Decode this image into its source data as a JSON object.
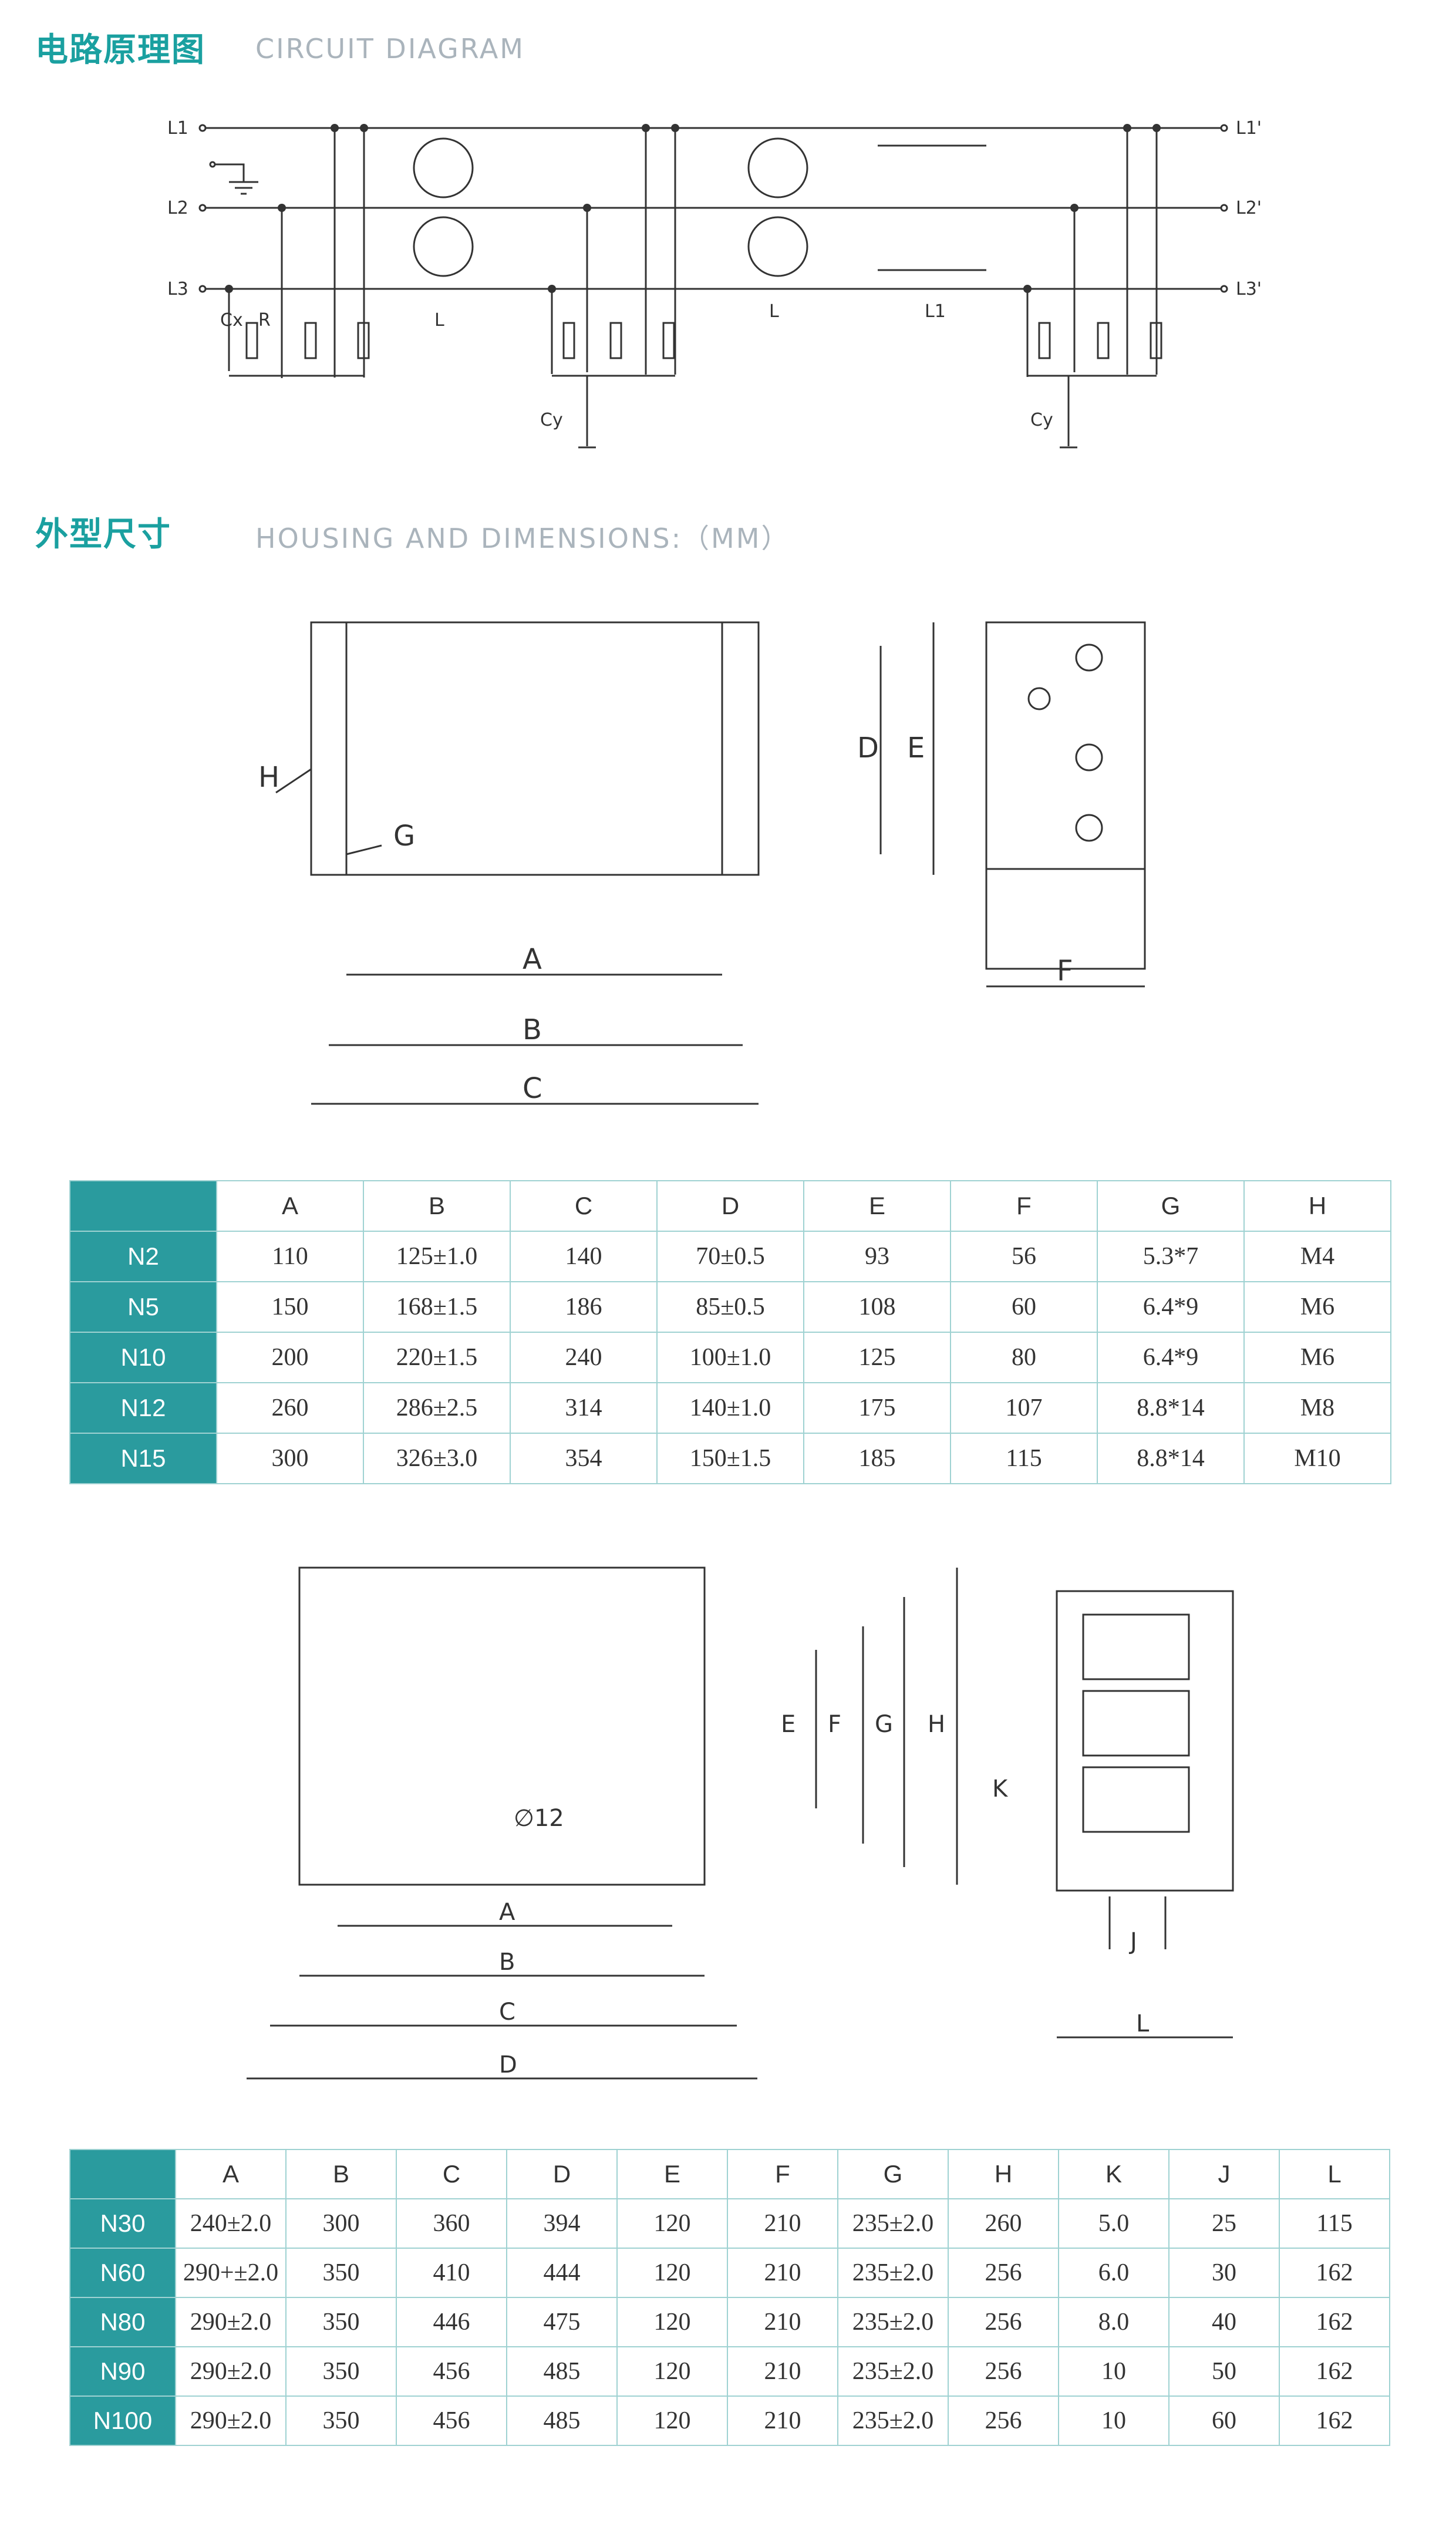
{
  "sections": {
    "circuit": {
      "title_zh": "电路原理图",
      "title_en": "CIRCUIT DIAGRAM"
    },
    "housing": {
      "title_zh": "外型尺寸",
      "title_en": "HOUSING AND DIMENSIONS:（MM）"
    }
  },
  "circuit_labels": {
    "l1": "L1",
    "l2": "L2",
    "l3": "L3",
    "l1o": "L1'",
    "l2o": "L2'",
    "l3o": "L3'",
    "cx": "Cx",
    "r": "R",
    "cy": "Cy",
    "l": "L",
    "l1coil": "L1"
  },
  "drawing1_labels": {
    "a": "A",
    "b": "B",
    "c": "C",
    "d": "D",
    "e": "E",
    "f": "F",
    "g": "G",
    "h": "H"
  },
  "drawing2_labels": {
    "a": "A",
    "b": "B",
    "c": "C",
    "d": "D",
    "e": "E",
    "f": "F",
    "g": "G",
    "h": "H",
    "k": "K",
    "j": "J",
    "l": "L",
    "hole": "∅12"
  },
  "table1": {
    "headers": [
      "A",
      "B",
      "C",
      "D",
      "E",
      "F",
      "G",
      "H"
    ],
    "rows": [
      {
        "model": "N2",
        "cells": [
          "110",
          "125±1.0",
          "140",
          "70±0.5",
          "93",
          "56",
          "5.3*7",
          "M4"
        ]
      },
      {
        "model": "N5",
        "cells": [
          "150",
          "168±1.5",
          "186",
          "85±0.5",
          "108",
          "60",
          "6.4*9",
          "M6"
        ]
      },
      {
        "model": "N10",
        "cells": [
          "200",
          "220±1.5",
          "240",
          "100±1.0",
          "125",
          "80",
          "6.4*9",
          "M6"
        ]
      },
      {
        "model": "N12",
        "cells": [
          "260",
          "286±2.5",
          "314",
          "140±1.0",
          "175",
          "107",
          "8.8*14",
          "M8"
        ]
      },
      {
        "model": "N15",
        "cells": [
          "300",
          "326±3.0",
          "354",
          "150±1.5",
          "185",
          "115",
          "8.8*14",
          "M10"
        ]
      }
    ]
  },
  "table2": {
    "headers": [
      "A",
      "B",
      "C",
      "D",
      "E",
      "F",
      "G",
      "H",
      "K",
      "J",
      "L"
    ],
    "rows": [
      {
        "model": "N30",
        "cells": [
          "240±2.0",
          "300",
          "360",
          "394",
          "120",
          "210",
          "235±2.0",
          "260",
          "5.0",
          "25",
          "115"
        ]
      },
      {
        "model": "N60",
        "cells": [
          "290+±2.0",
          "350",
          "410",
          "444",
          "120",
          "210",
          "235±2.0",
          "256",
          "6.0",
          "30",
          "162"
        ]
      },
      {
        "model": "N80",
        "cells": [
          "290±2.0",
          "350",
          "446",
          "475",
          "120",
          "210",
          "235±2.0",
          "256",
          "8.0",
          "40",
          "162"
        ]
      },
      {
        "model": "N90",
        "cells": [
          "290±2.0",
          "350",
          "456",
          "485",
          "120",
          "210",
          "235±2.0",
          "256",
          "10",
          "50",
          "162"
        ]
      },
      {
        "model": "N100",
        "cells": [
          "290±2.0",
          "350",
          "456",
          "485",
          "120",
          "210",
          "235±2.0",
          "256",
          "10",
          "60",
          "162"
        ]
      }
    ]
  }
}
